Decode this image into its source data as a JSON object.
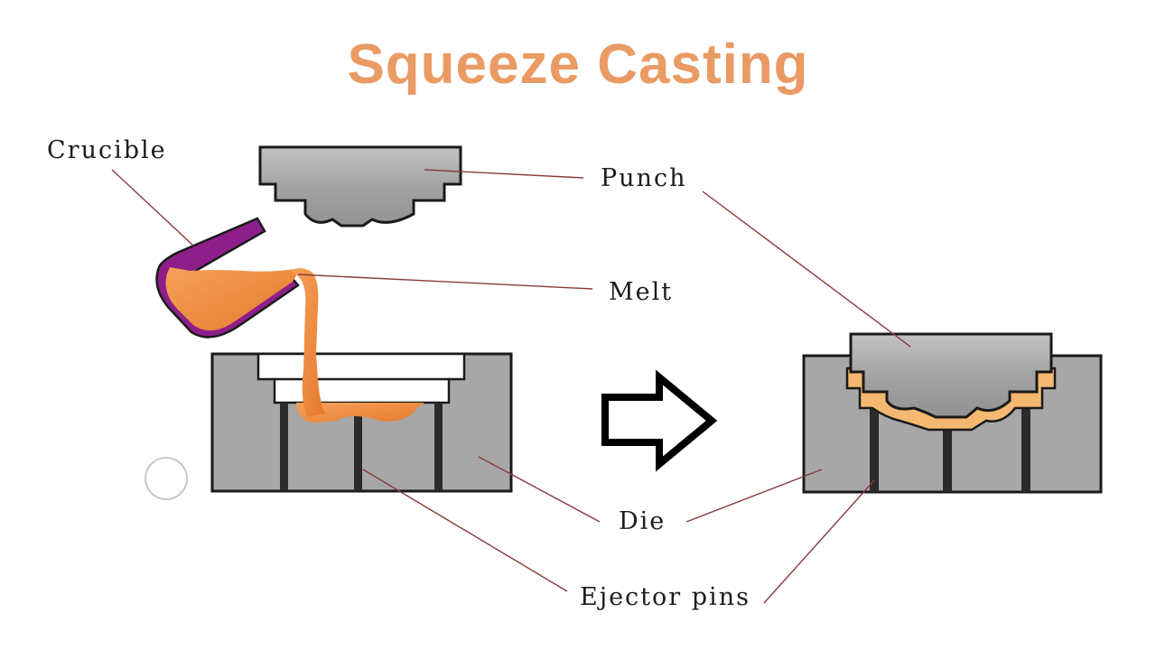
{
  "title": "Squeeze Casting",
  "labels": {
    "crucible": "Crucible",
    "punch": "Punch",
    "melt": "Melt",
    "die": "Die",
    "ejector_pins": "Ejector pins"
  },
  "colors": {
    "title": "#ea9a63",
    "die": "#a7a7a7",
    "crucible": "#8e1f8a",
    "melt": "#f08a3e",
    "casting": "#f5b870",
    "leader": "#8a3b3b"
  }
}
